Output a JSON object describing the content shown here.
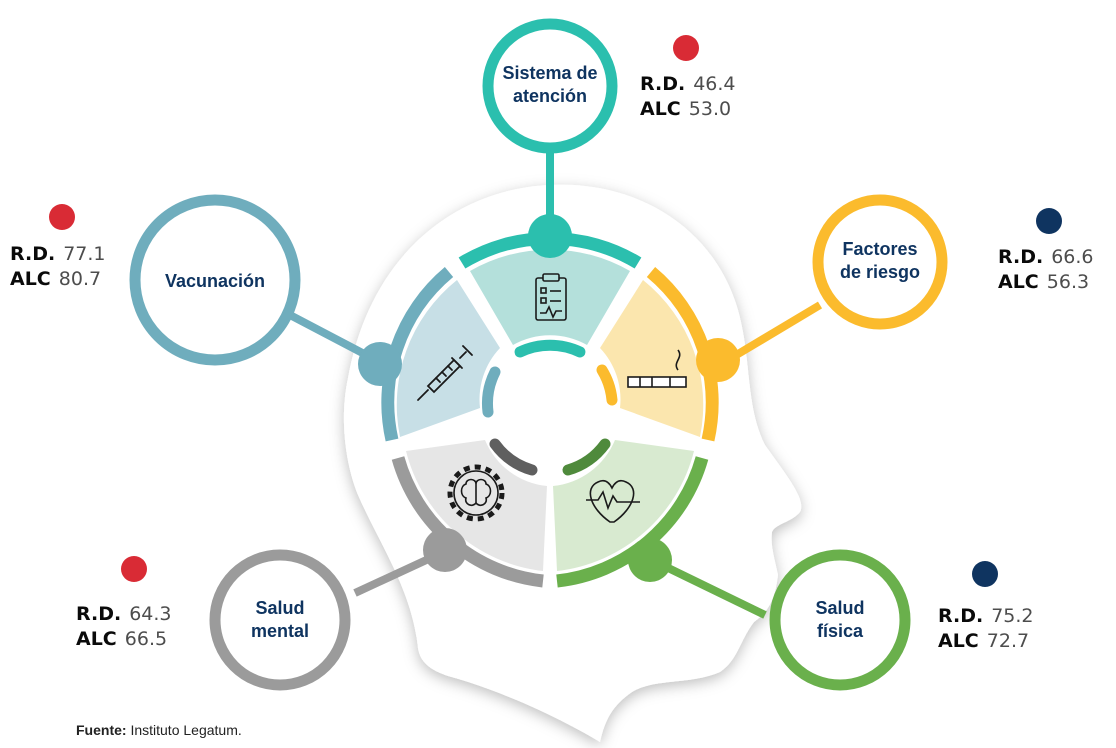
{
  "colors": {
    "teal": "#2bbfae",
    "teal_light": "#b4e0db",
    "blue": "#6fadbd",
    "blue_light": "#c7dfe6",
    "yellow": "#fbbb2d",
    "yellow_light": "#fbe6ae",
    "gray": "#9b9b9b",
    "gray_light": "#e6e6e6",
    "green": "#6ab04c",
    "green_light": "#d8ead0",
    "red_dot": "#d92b35",
    "navy_dot": "#0f3460",
    "label": "#0f3460"
  },
  "nodes": [
    {
      "id": "sistema",
      "label_line1": "Sistema de",
      "label_line2": "atención",
      "rd_key": "R.D.",
      "rd": "46.4",
      "alc_key": "ALC",
      "alc": "53.0",
      "dot": "red",
      "icon": "clipboard-icon"
    },
    {
      "id": "vacunacion",
      "label_line1": "Vacunación",
      "label_line2": "",
      "rd_key": "R.D.",
      "rd": "77.1",
      "alc_key": "ALC",
      "alc": "80.7",
      "dot": "red",
      "icon": "syringe-icon"
    },
    {
      "id": "factores",
      "label_line1": "Factores",
      "label_line2": "de riesgo",
      "rd_key": "R.D.",
      "rd": "66.6",
      "alc_key": "ALC",
      "alc": "56.3",
      "dot": "navy",
      "icon": "cigarette-icon"
    },
    {
      "id": "mental",
      "label_line1": "Salud",
      "label_line2": "mental",
      "rd_key": "R.D.",
      "rd": "64.3",
      "alc_key": "ALC",
      "alc": "66.5",
      "dot": "red",
      "icon": "brain-gear-icon"
    },
    {
      "id": "fisica",
      "label_line1": "Salud",
      "label_line2": "física",
      "rd_key": "R.D.",
      "rd": "75.2",
      "alc_key": "ALC",
      "alc": "72.7",
      "dot": "navy",
      "icon": "heart-pulse-icon"
    }
  ],
  "source": {
    "label": "Fuente:",
    "text": "Instituto Legatum."
  }
}
